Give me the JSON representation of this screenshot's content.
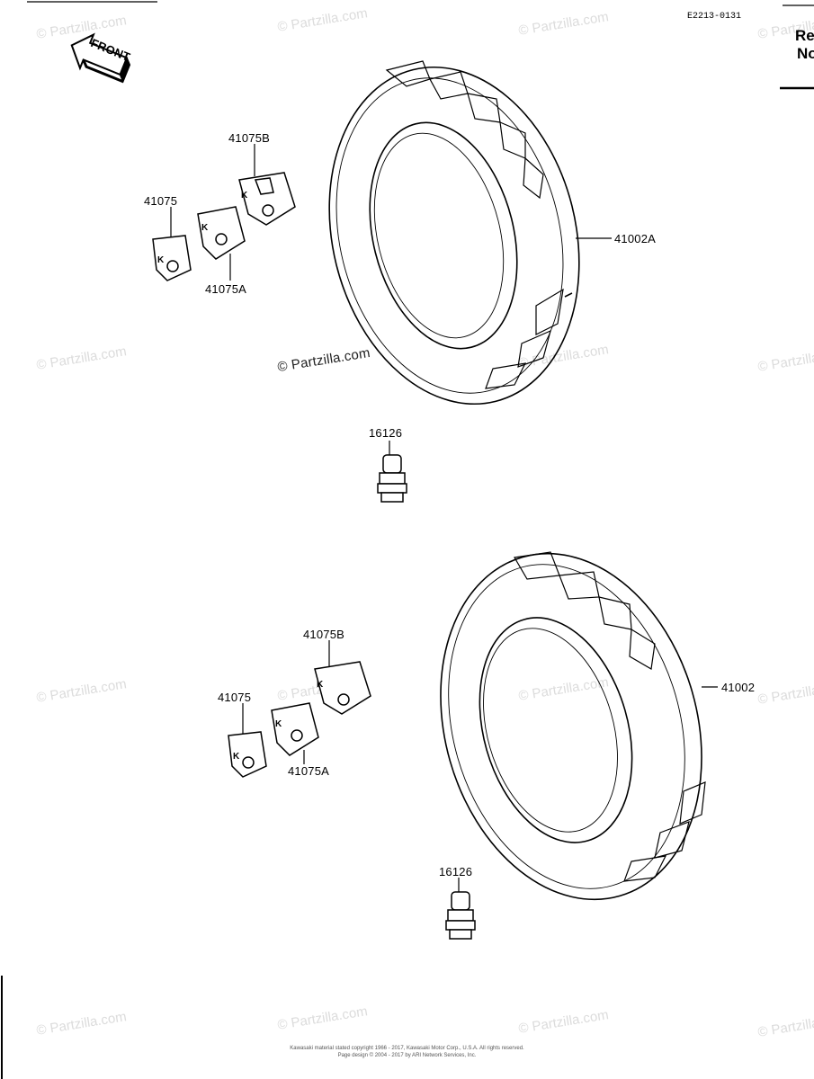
{
  "diagram": {
    "code": "E2213-0131",
    "ref_note": [
      "Re",
      "No"
    ],
    "front_label": "FRONT",
    "watermark": "© Partzilla.com",
    "center_watermark": "© Partzilla.com",
    "parts_upper": {
      "tire": "41002A",
      "weight_b": "41075B",
      "weight": "41075",
      "weight_a": "41075A",
      "valve": "16126"
    },
    "parts_lower": {
      "tire": "41002",
      "weight_b": "41075B",
      "weight": "41075",
      "weight_a": "41075A",
      "valve": "16126"
    },
    "footer": [
      "Kawasaki material stated copyright 1966 - 2017, Kawasaki Motor Corp., U.S.A.  All rights reserved.",
      "Page design © 2004 - 2017 by ARI Network Services, Inc."
    ]
  }
}
